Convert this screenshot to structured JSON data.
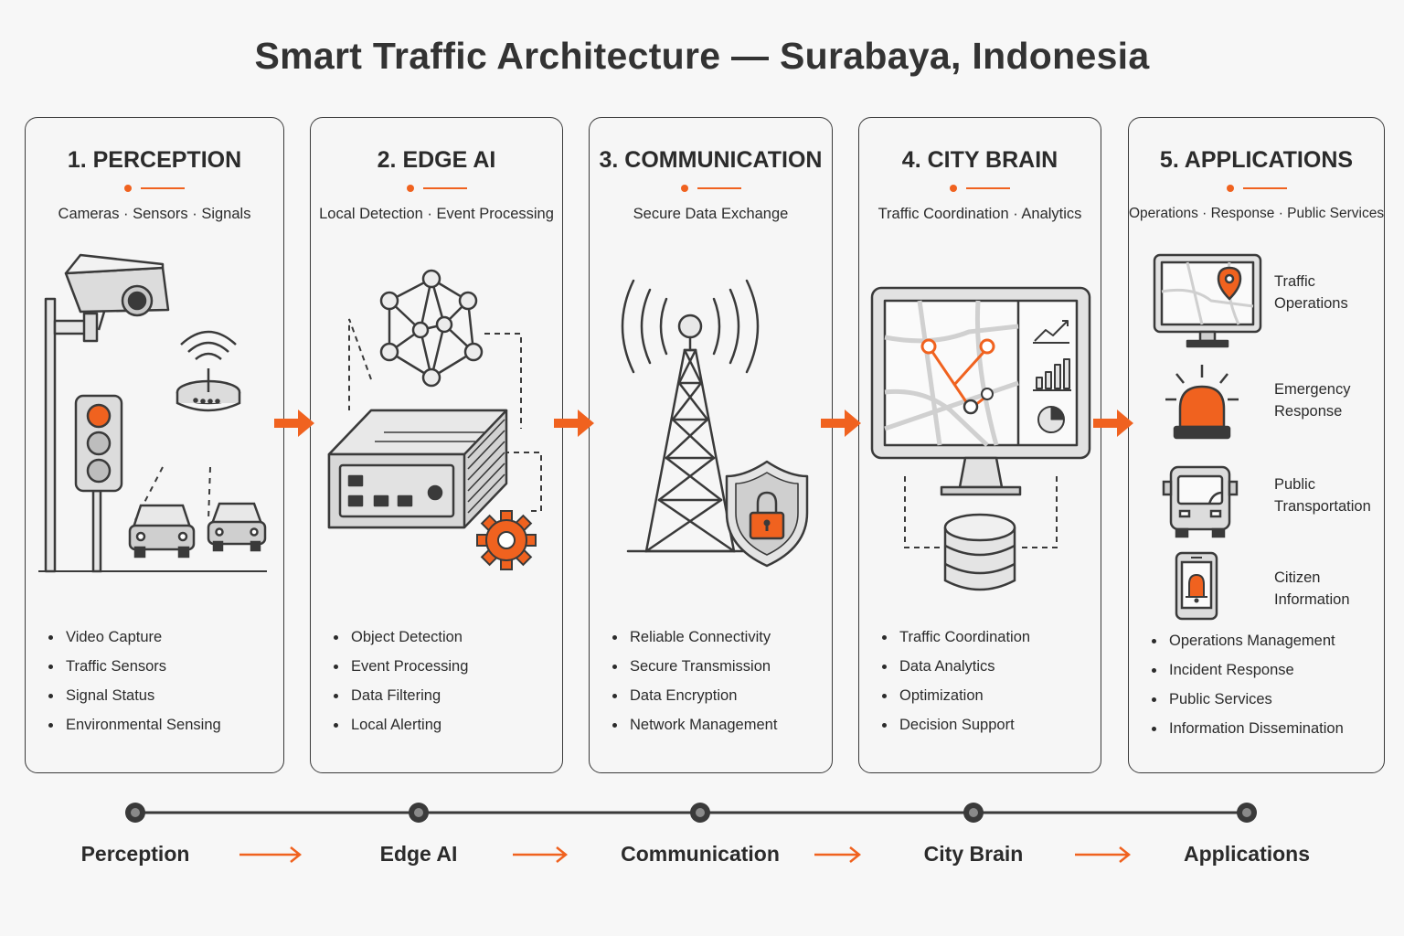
{
  "title": "Smart Traffic Architecture — Surabaya, Indonesia",
  "colors": {
    "accent": "#f0621f",
    "ink": "#3a3a3a",
    "panel_bg": "#f6f6f6",
    "page_bg": "#f7f7f7"
  },
  "panels": [
    {
      "heading": "1. PERCEPTION",
      "subtitle": "Cameras · Sensors · Signals",
      "items": [
        "Video Capture",
        "Traffic Sensors",
        "Signal Status",
        "Environmental Sensing"
      ],
      "icons": [
        "cctv-camera-icon",
        "wireless-sensor-icon",
        "traffic-light-icon",
        "car-icon"
      ]
    },
    {
      "heading": "2. EDGE AI",
      "subtitle": "Local Detection · Event Processing",
      "items": [
        "Object Detection",
        "Event Processing",
        "Data Filtering",
        "Local Alerting"
      ],
      "icons": [
        "neural-network-icon",
        "edge-device-icon",
        "gear-icon"
      ]
    },
    {
      "heading": "3. COMMUNICATION",
      "subtitle": "Secure Data Exchange",
      "items": [
        "Reliable Connectivity",
        "Secure Transmission",
        "Data Encryption",
        "Network Management"
      ],
      "icons": [
        "cell-tower-icon",
        "security-shield-icon"
      ]
    },
    {
      "heading": "4. CITY BRAIN",
      "subtitle": "Traffic Coordination · Analytics",
      "items": [
        "Traffic Coordination",
        "Data Analytics",
        "Optimization",
        "Decision Support"
      ],
      "icons": [
        "map-monitor-icon",
        "database-icon"
      ]
    },
    {
      "heading": "5. APPLICATIONS",
      "subtitle": "Operations · Response · Public Services",
      "items": [
        "Operations Management",
        "Incident Response",
        "Public Services",
        "Information Dissemination"
      ],
      "apps": [
        {
          "line1": "Traffic",
          "line2": "Operations",
          "icon": "map-screen-icon"
        },
        {
          "line1": "Emergency",
          "line2": "Response",
          "icon": "siren-icon"
        },
        {
          "line1": "Public",
          "line2": "Transportation",
          "icon": "bus-icon"
        },
        {
          "line1": "Citizen",
          "line2": "Information",
          "icon": "phone-alert-icon"
        }
      ]
    }
  ],
  "timeline": [
    "Perception",
    "Edge AI",
    "Communication",
    "City Brain",
    "Applications"
  ]
}
